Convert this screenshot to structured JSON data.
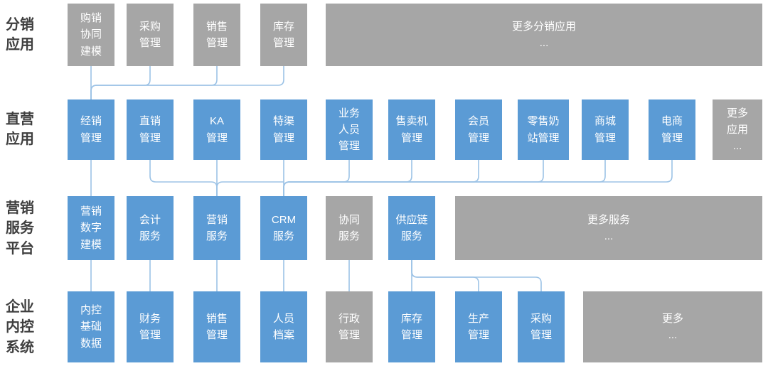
{
  "colors": {
    "blue": "#5B9BD5",
    "gray": "#A6A6A6",
    "connector": "#9DC3E6",
    "label_text": "#3F3F3F",
    "box_text": "#FFFFFF"
  },
  "rows": [
    {
      "label": "分销\n应用",
      "boxes": [
        {
          "text": "购销\n协同\n建模",
          "variant": "gray"
        },
        {
          "text": "采购\n管理",
          "variant": "gray"
        },
        {
          "text": "销售\n管理",
          "variant": "gray"
        },
        {
          "text": "库存\n管理",
          "variant": "gray"
        },
        {
          "text": "更多分销应用\n...",
          "variant": "gray"
        }
      ]
    },
    {
      "label": "直营\n应用",
      "boxes": [
        {
          "text": "经销\n管理",
          "variant": "blue"
        },
        {
          "text": "直销\n管理",
          "variant": "blue"
        },
        {
          "text": "KA\n管理",
          "variant": "blue"
        },
        {
          "text": "特渠\n管理",
          "variant": "blue"
        },
        {
          "text": "业务\n人员\n管理",
          "variant": "blue"
        },
        {
          "text": "售卖机\n管理",
          "variant": "blue"
        },
        {
          "text": "会员\n管理",
          "variant": "blue"
        },
        {
          "text": "零售奶\n站管理",
          "variant": "blue"
        },
        {
          "text": "商城\n管理",
          "variant": "blue"
        },
        {
          "text": "电商\n管理",
          "variant": "blue"
        },
        {
          "text": "更多\n应用\n...",
          "variant": "gray"
        }
      ]
    },
    {
      "label": "营销\n服务\n平台",
      "boxes": [
        {
          "text": "营销\n数字\n建模",
          "variant": "blue"
        },
        {
          "text": "会计\n服务",
          "variant": "blue"
        },
        {
          "text": "营销\n服务",
          "variant": "blue"
        },
        {
          "text": "CRM\n服务",
          "variant": "blue"
        },
        {
          "text": "协同\n服务",
          "variant": "gray"
        },
        {
          "text": "供应链\n服务",
          "variant": "blue"
        },
        {
          "text": "更多服务\n...",
          "variant": "gray"
        }
      ]
    },
    {
      "label": "企业\n内控\n系统",
      "boxes": [
        {
          "text": "内控\n基础\n数据",
          "variant": "blue"
        },
        {
          "text": "财务\n管理",
          "variant": "blue"
        },
        {
          "text": "销售\n管理",
          "variant": "blue"
        },
        {
          "text": "人员\n档案",
          "variant": "blue"
        },
        {
          "text": "行政\n管理",
          "variant": "gray"
        },
        {
          "text": "库存\n管理",
          "variant": "blue"
        },
        {
          "text": "生产\n管理",
          "variant": "blue"
        },
        {
          "text": "采购\n管理",
          "variant": "blue"
        },
        {
          "text": "更多\n...",
          "variant": "gray"
        }
      ]
    }
  ]
}
